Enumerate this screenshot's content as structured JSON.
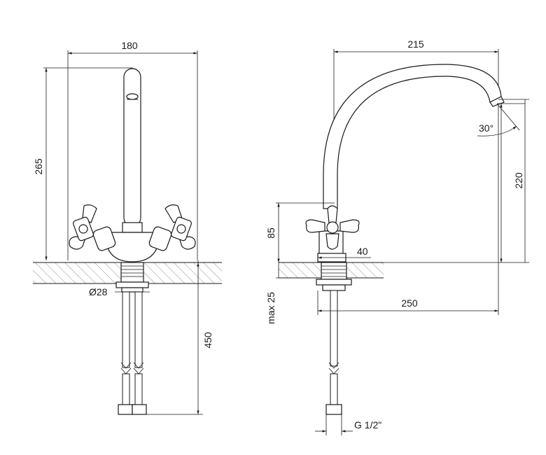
{
  "front_view": {
    "width_label": "180",
    "height_label": "265",
    "mount_diameter_label": "Ø28",
    "hose_length_label": "450"
  },
  "side_view": {
    "reach_label": "215",
    "spout_height_label": "220",
    "angle_label": "30°",
    "base_height_label": "85",
    "base_width_label": "40",
    "countertop_thickness_label": "max 25",
    "overall_reach_label": "250",
    "thread_label": "G 1/2\""
  },
  "colors": {
    "line": "#1a1a1a",
    "hatch": "#777777"
  }
}
